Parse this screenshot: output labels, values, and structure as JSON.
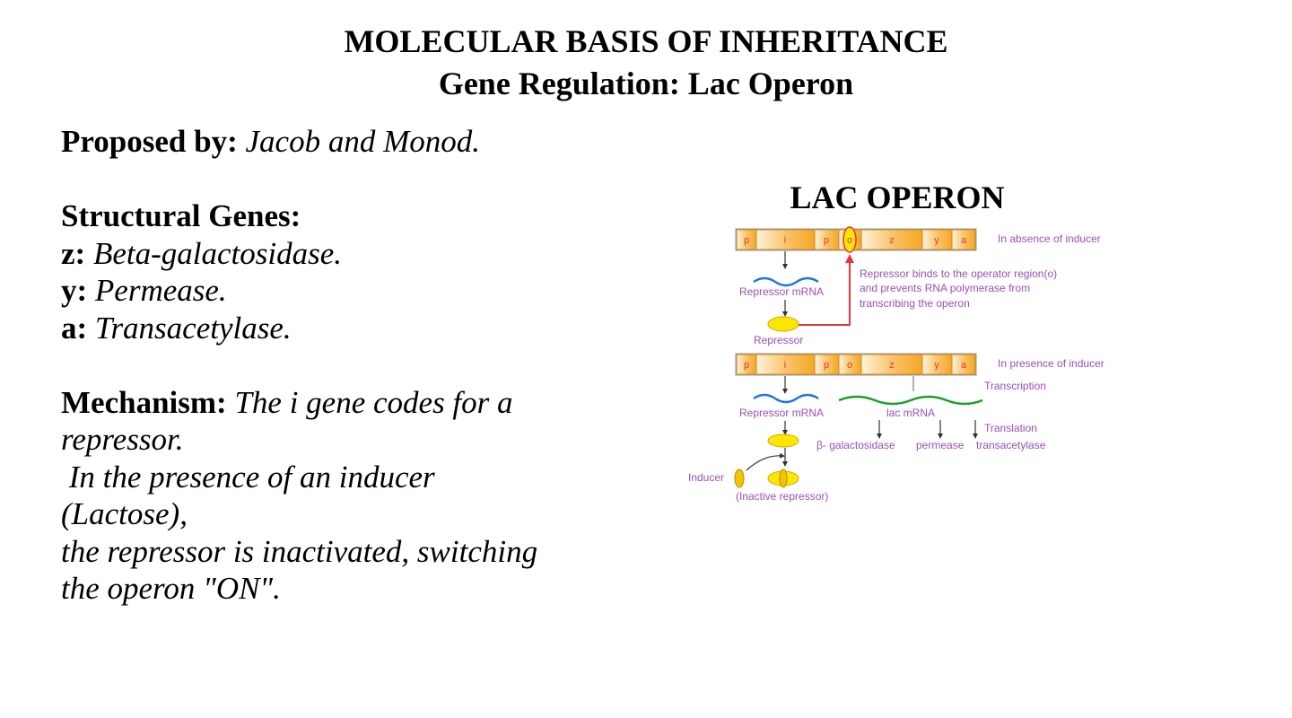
{
  "header": {
    "title": "MOLECULAR BASIS OF INHERITANCE",
    "subtitle": "Gene Regulation: Lac Operon"
  },
  "content": {
    "proposed_label": "Proposed by:",
    "proposed_value": "Jacob and Monod.",
    "structural_heading": "Structural Genes:",
    "genes": [
      {
        "key": "z:",
        "value": "Beta-galactosidase."
      },
      {
        "key": "y:",
        "value": "Permease."
      },
      {
        "key": "a:",
        "value": "Transacetylase."
      }
    ],
    "mechanism_label": "Mechanism:",
    "mechanism_lines": [
      "The i gene codes for a",
      "repressor.",
      " In the presence of an inducer",
      "(Lactose),",
      "the repressor is inactivated, switching",
      "the operon \"ON\"."
    ]
  },
  "diagram": {
    "title": "LAC OPERON",
    "gene_letters": [
      "p",
      "i",
      "p",
      "o",
      "z",
      "y",
      "a"
    ],
    "absence_label": "In absence of inducer",
    "presence_label": "In presence of inducer",
    "repressor_mrna": "Repressor mRNA",
    "repressor": "Repressor",
    "binds_lines": [
      "Repressor binds to the operator region(o)",
      "and prevents RNA polymerase from",
      "transcribing the operon"
    ],
    "transcription": "Transcription",
    "lac_mrna": "lac mRNA",
    "translation": "Translation",
    "enzymes": [
      "β- galactosidase",
      "permease",
      "transacetylase"
    ],
    "inducer": "Inducer",
    "inactive_repressor": "(Inactive repressor)",
    "colors": {
      "gene_box": "#f5a623",
      "gene_text": "#e8333c",
      "label_purple": "#9b4fb5",
      "repressor_mrna": "#1e73e8",
      "lac_mrna": "#1aa02e",
      "repressor_yellow": "#ffe600",
      "arrow_red": "#e8333c"
    }
  }
}
